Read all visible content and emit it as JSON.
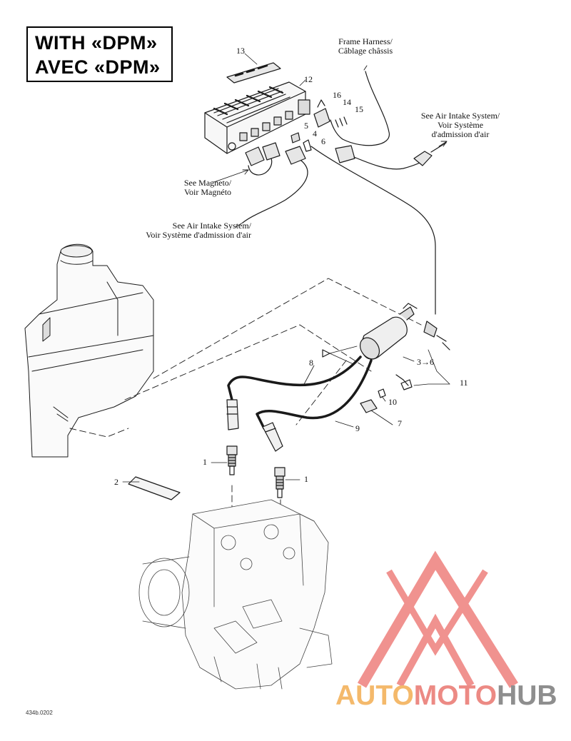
{
  "title": {
    "line1": "WITH «DPM»",
    "line2": "AVEC «DPM»"
  },
  "labels": {
    "frame_harness": [
      "Frame Harness/",
      "Câblage châssis"
    ],
    "air_intake_right": [
      "See Air Intake System/",
      "Voir Système",
      "d'admission d'air"
    ],
    "magneto": [
      "See Magneto/",
      "Voir Magnéto"
    ],
    "air_intake_left": [
      "See Air Intake System/",
      "Voir Système d'admission d'air"
    ]
  },
  "callouts": {
    "c1a": "1",
    "c1b": "1",
    "c2": "2",
    "c3to6": "3→6",
    "c4": "4",
    "c5": "5",
    "c6": "6",
    "c7": "7",
    "c8": "8",
    "c9": "9",
    "c10": "10",
    "c11": "11",
    "c12": "12",
    "c13": "13",
    "c14": "14",
    "c15": "15",
    "c16": "16"
  },
  "drawing_code": "434b.0202",
  "watermark": {
    "part1": "AUTO",
    "part2": "MOTO",
    "part3": "HUB"
  },
  "colors": {
    "line": "#1a1a1a",
    "watermark_red": "#ec6e6a",
    "watermark_orange": "#f4b96b",
    "watermark_gray": "#8e8e8e"
  }
}
